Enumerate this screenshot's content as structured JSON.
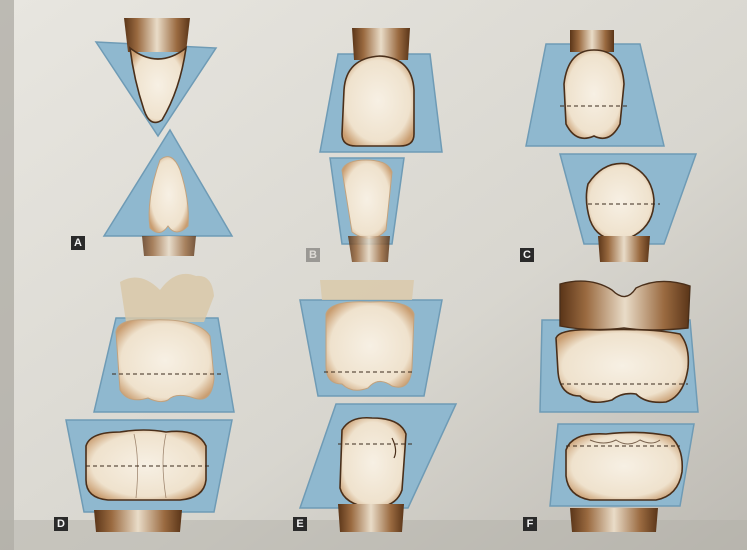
{
  "figure": {
    "panels": [
      {
        "id": "A",
        "label": "A"
      },
      {
        "id": "B",
        "label": "B"
      },
      {
        "id": "C",
        "label": "C"
      },
      {
        "id": "D",
        "label": "D"
      },
      {
        "id": "E",
        "label": "E"
      },
      {
        "id": "F",
        "label": "F"
      }
    ]
  },
  "colors": {
    "paper": "#e6e3dc",
    "shadow": "#b9b6ae",
    "window_blue": "#8fb8cf",
    "window_edge": "#6f9bb5",
    "tooth_fill": "#f4ece0",
    "tooth_outline": "#4a2f1a",
    "root_brown": "#8a5a34",
    "label_bg": "#2a2a2a"
  }
}
